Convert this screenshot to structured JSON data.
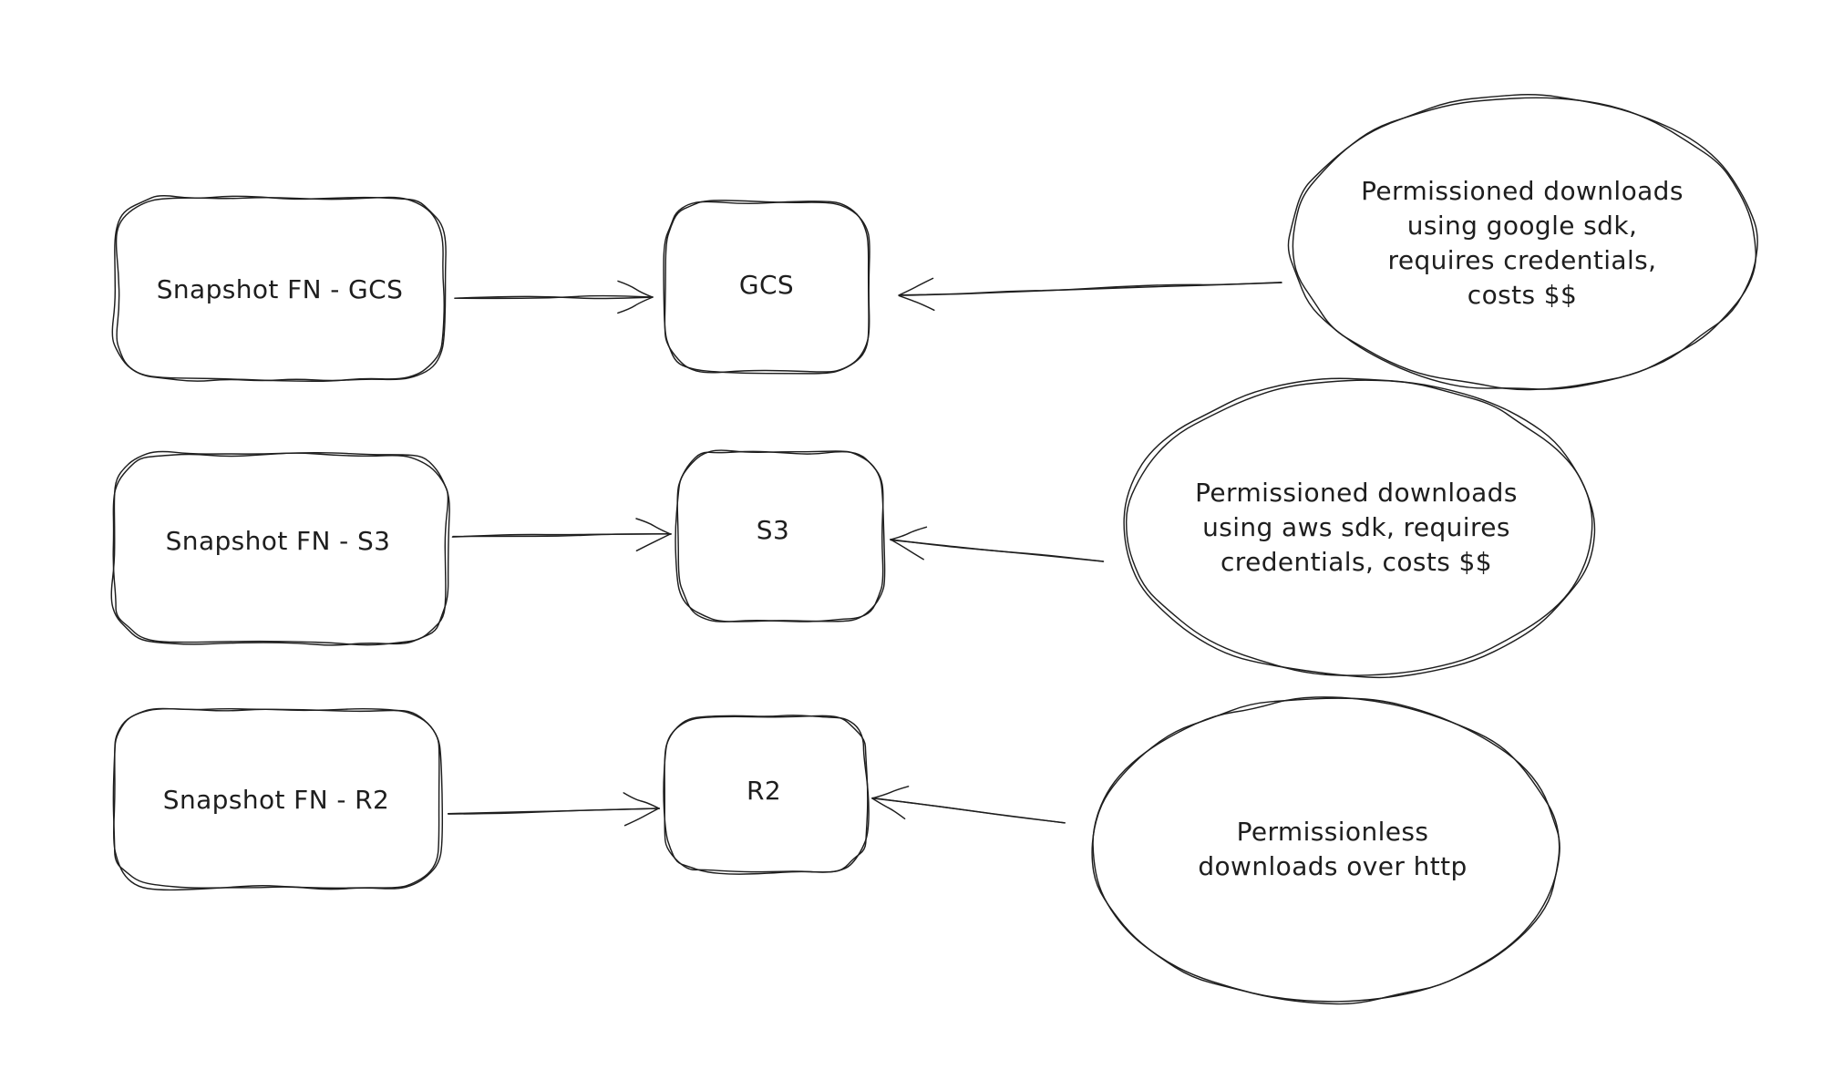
{
  "diagram": {
    "background_color": "#ffffff",
    "stroke_color": "#1e1e1e",
    "nodes": {
      "snapshot_fn_gcs": {
        "label": "Snapshot FN - GCS",
        "shape": "rectangle"
      },
      "gcs": {
        "label": "GCS",
        "shape": "rectangle"
      },
      "snapshot_fn_s3": {
        "label": "Snapshot FN - S3",
        "shape": "rectangle"
      },
      "s3": {
        "label": "S3",
        "shape": "rectangle"
      },
      "snapshot_fn_r2": {
        "label": "Snapshot FN - R2",
        "shape": "rectangle"
      },
      "r2": {
        "label": "R2",
        "shape": "rectangle"
      },
      "note_gcs": {
        "shape": "ellipse",
        "lines": [
          "Permissioned downloads",
          "using google sdk,",
          "requires credentials,",
          "costs $$"
        ]
      },
      "note_s3": {
        "shape": "ellipse",
        "lines": [
          "Permissioned downloads",
          "using aws sdk, requires",
          "credentials, costs $$"
        ]
      },
      "note_r2": {
        "shape": "ellipse",
        "lines": [
          "Permissionless",
          "downloads over http"
        ]
      }
    },
    "edges": [
      {
        "from": "snapshot_fn_gcs",
        "to": "gcs"
      },
      {
        "from": "note_gcs",
        "to": "gcs"
      },
      {
        "from": "snapshot_fn_s3",
        "to": "s3"
      },
      {
        "from": "note_s3",
        "to": "s3"
      },
      {
        "from": "snapshot_fn_r2",
        "to": "r2"
      },
      {
        "from": "note_r2",
        "to": "r2"
      }
    ]
  }
}
